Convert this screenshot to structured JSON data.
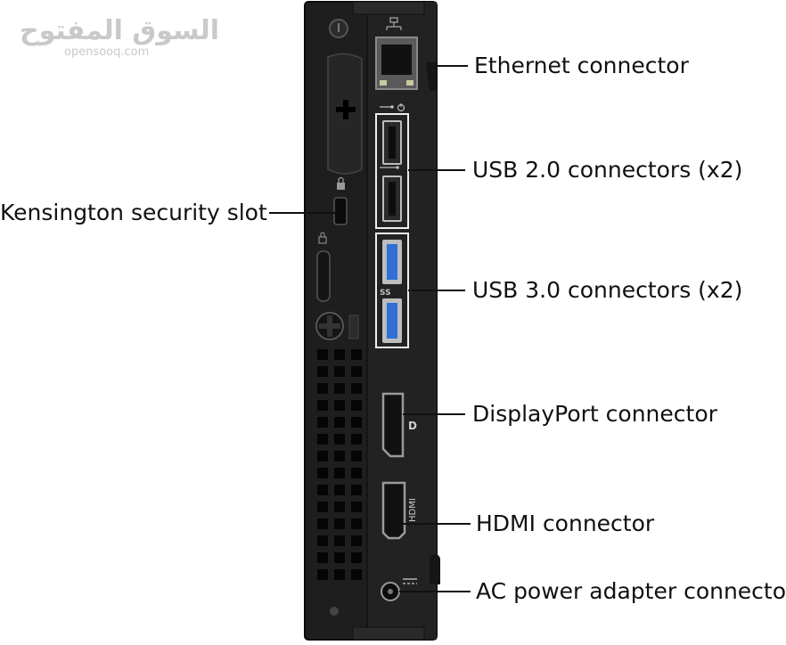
{
  "watermark": {
    "arabic": "السوق المفتوح",
    "latin": "opensooq.com"
  },
  "labels": {
    "ethernet": "Ethernet connector",
    "usb2": "USB 2.0 connectors (x2)",
    "kensington": "Kensington security slot",
    "usb3": "USB 3.0 connectors (x2)",
    "displayport": "DisplayPort connector",
    "hdmi": "HDMI connector",
    "ac_power": "AC power adapter connector"
  },
  "port_marks": {
    "hdmi_text": "HDMI",
    "ss_text": "SS",
    "dp_text": "D"
  },
  "colors": {
    "chassis": "#1e1e1e",
    "usb3_blue": "#2f6fd6",
    "line": "#111111",
    "background": "#ffffff"
  },
  "icons": [
    "lock-icon",
    "network-icon",
    "usb-icon",
    "power-icon",
    "plus-icon"
  ]
}
